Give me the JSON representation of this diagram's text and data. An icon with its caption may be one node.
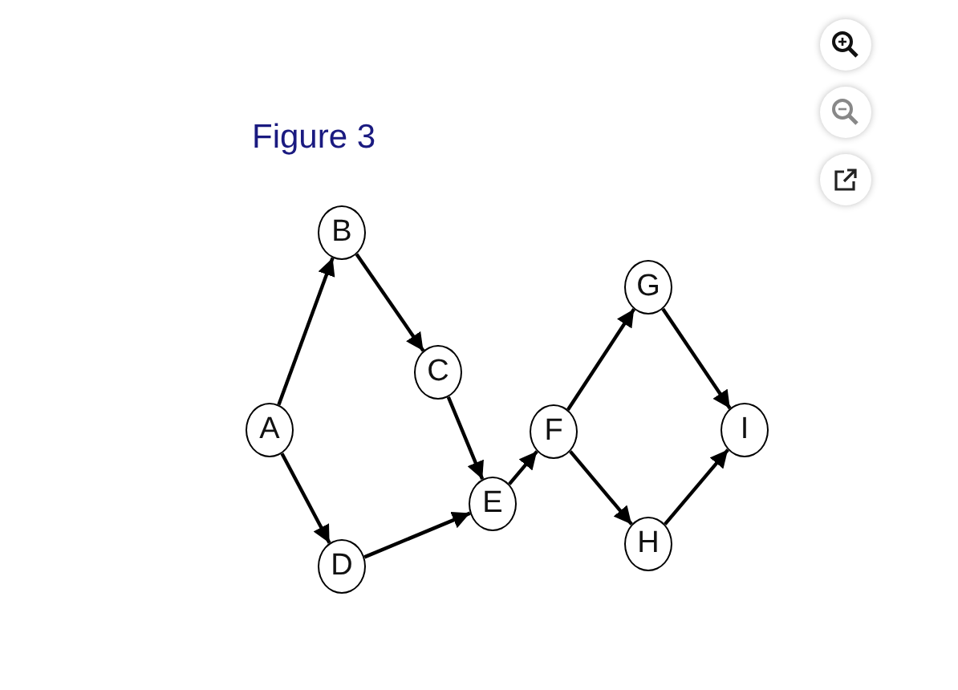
{
  "diagram": {
    "title": "Figure 3",
    "nodes": [
      {
        "text": [
          "A"
        ]
      },
      {
        "text": [
          "B"
        ]
      },
      {
        "text": [
          "C"
        ]
      },
      {
        "text": [
          "D"
        ]
      },
      {
        "text": [
          "E"
        ]
      },
      {
        "text": [
          "F"
        ]
      },
      {
        "text": [
          "G"
        ]
      },
      {
        "text": [
          "H"
        ]
      },
      {
        "text": [
          "I"
        ]
      }
    ],
    "edges": [
      {
        "from": 0,
        "to": 1,
        "arrow": "to"
      },
      {
        "from": 0,
        "to": 3,
        "arrow": "to"
      },
      {
        "from": 1,
        "to": 2,
        "arrow": "to"
      },
      {
        "from": 2,
        "to": 4,
        "arrow": "to"
      },
      {
        "from": 3,
        "to": 4,
        "arrow": "to"
      },
      {
        "from": 4,
        "to": 5,
        "arrow": "to"
      },
      {
        "from": 5,
        "to": 6,
        "arrow": "to"
      },
      {
        "from": 5,
        "to": 7,
        "arrow": "to"
      },
      {
        "from": 6,
        "to": 8,
        "arrow": "to"
      },
      {
        "from": 7,
        "to": 8,
        "arrow": "to"
      }
    ]
  }
}
